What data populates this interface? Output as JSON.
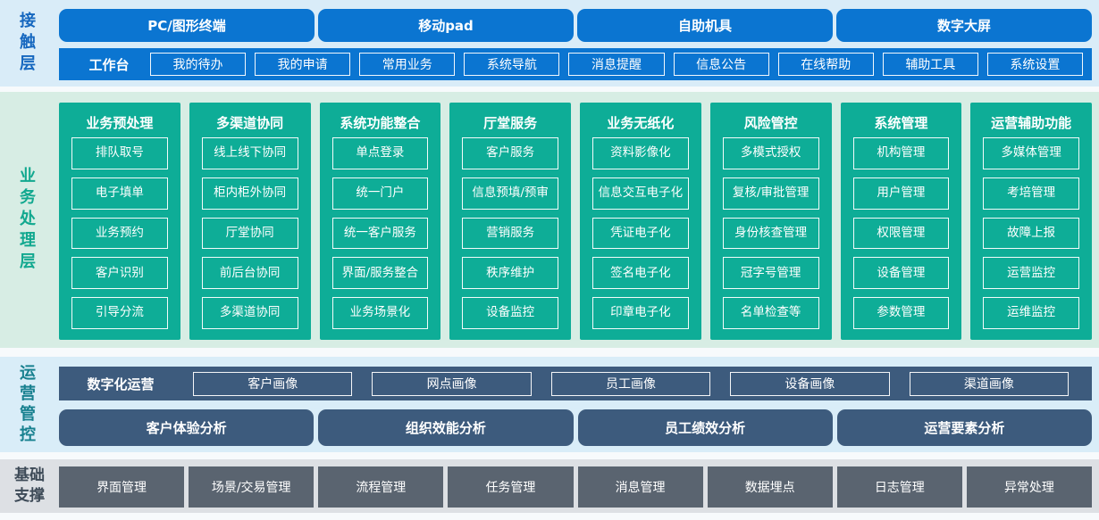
{
  "colors": {
    "accent_blue": "#0b75d1",
    "accent_green": "#0ead97",
    "accent_navy": "#3d5b7d",
    "accent_gray": "#5a6470",
    "band_blue_bg": "#d9ecf8",
    "band_green_bg": "#d7ede4",
    "band_gray_bg": "#dde0e4"
  },
  "contact_layer": {
    "label": "接触层",
    "terminals": [
      "PC/图形终端",
      "移动pad",
      "自助机具",
      "数字大屏"
    ],
    "workbench": {
      "label": "工作台",
      "items": [
        "我的待办",
        "我的申请",
        "常用业务",
        "系统导航",
        "消息提醒",
        "信息公告",
        "在线帮助",
        "辅助工具",
        "系统设置"
      ]
    }
  },
  "business_layer": {
    "label": "业务处理层",
    "columns": [
      {
        "title": "业务预处理",
        "items": [
          "排队取号",
          "电子填单",
          "业务预约",
          "客户识别",
          "引导分流"
        ]
      },
      {
        "title": "多渠道协同",
        "items": [
          "线上线下协同",
          "柜内柜外协同",
          "厅堂协同",
          "前后台协同",
          "多渠道协同"
        ]
      },
      {
        "title": "系统功能整合",
        "items": [
          "单点登录",
          "统一门户",
          "统一客户服务",
          "界面/服务整合",
          "业务场景化"
        ]
      },
      {
        "title": "厅堂服务",
        "items": [
          "客户服务",
          "信息预填/预审",
          "营销服务",
          "秩序维护",
          "设备监控"
        ]
      },
      {
        "title": "业务无纸化",
        "items": [
          "资料影像化",
          "信息交互电子化",
          "凭证电子化",
          "签名电子化",
          "印章电子化"
        ]
      },
      {
        "title": "风险管控",
        "items": [
          "多模式授权",
          "复核/审批管理",
          "身份核查管理",
          "冠字号管理",
          "名单检查等"
        ]
      },
      {
        "title": "系统管理",
        "items": [
          "机构管理",
          "用户管理",
          "权限管理",
          "设备管理",
          "参数管理"
        ]
      },
      {
        "title": "运营辅助功能",
        "items": [
          "多媒体管理",
          "考培管理",
          "故障上报",
          "运营监控",
          "运维监控"
        ]
      }
    ]
  },
  "ops_layer": {
    "label": "运营管控",
    "digital_ops": {
      "label": "数字化运营",
      "items": [
        "客户画像",
        "网点画像",
        "员工画像",
        "设备画像",
        "渠道画像"
      ]
    },
    "analysis": [
      "客户体验分析",
      "组织效能分析",
      "员工绩效分析",
      "运营要素分析"
    ]
  },
  "base_layer": {
    "label": "基础支撑",
    "items": [
      "界面管理",
      "场景/交易管理",
      "流程管理",
      "任务管理",
      "消息管理",
      "数据埋点",
      "日志管理",
      "异常处理"
    ]
  }
}
